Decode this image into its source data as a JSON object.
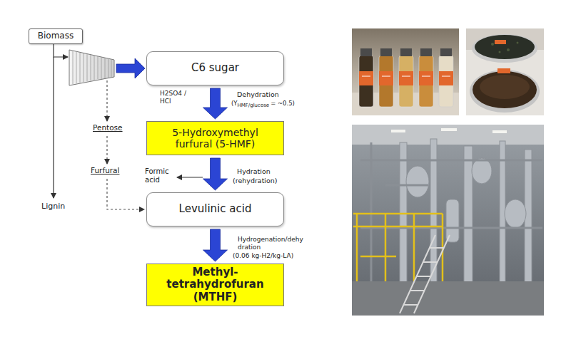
{
  "diagram": {
    "nodes": [
      {
        "text": [
          "Biomass"
        ]
      },
      {
        "text": [
          "C6 sugar"
        ]
      },
      {
        "text": [
          "5-Hydroxymethyl furfural (5-HMF)"
        ]
      },
      {
        "text": [
          "Levulinic acid"
        ]
      },
      {
        "text": [
          "Methyl-tetrahydrofuran (MTHF)"
        ]
      }
    ],
    "edges": [
      {
        "from": 0,
        "to": 1,
        "arrow": "to"
      },
      {
        "from": 1,
        "to": 2,
        "arrow": "to"
      },
      {
        "from": 2,
        "to": 3,
        "arrow": "to"
      },
      {
        "from": 3,
        "to": 4,
        "arrow": "to"
      }
    ],
    "labels": [
      "H2SO4 / HCl",
      "Dehydration",
      "(Y",
      "HMF/glucose",
      "= ~0.5)",
      "Formic acid",
      "Hydration",
      "(rehydration)",
      "Hydrogenation/dehydration",
      "(0.06 kg-H2/kg-LA)",
      "Pentose",
      "Furfural",
      "Lignin"
    ]
  }
}
